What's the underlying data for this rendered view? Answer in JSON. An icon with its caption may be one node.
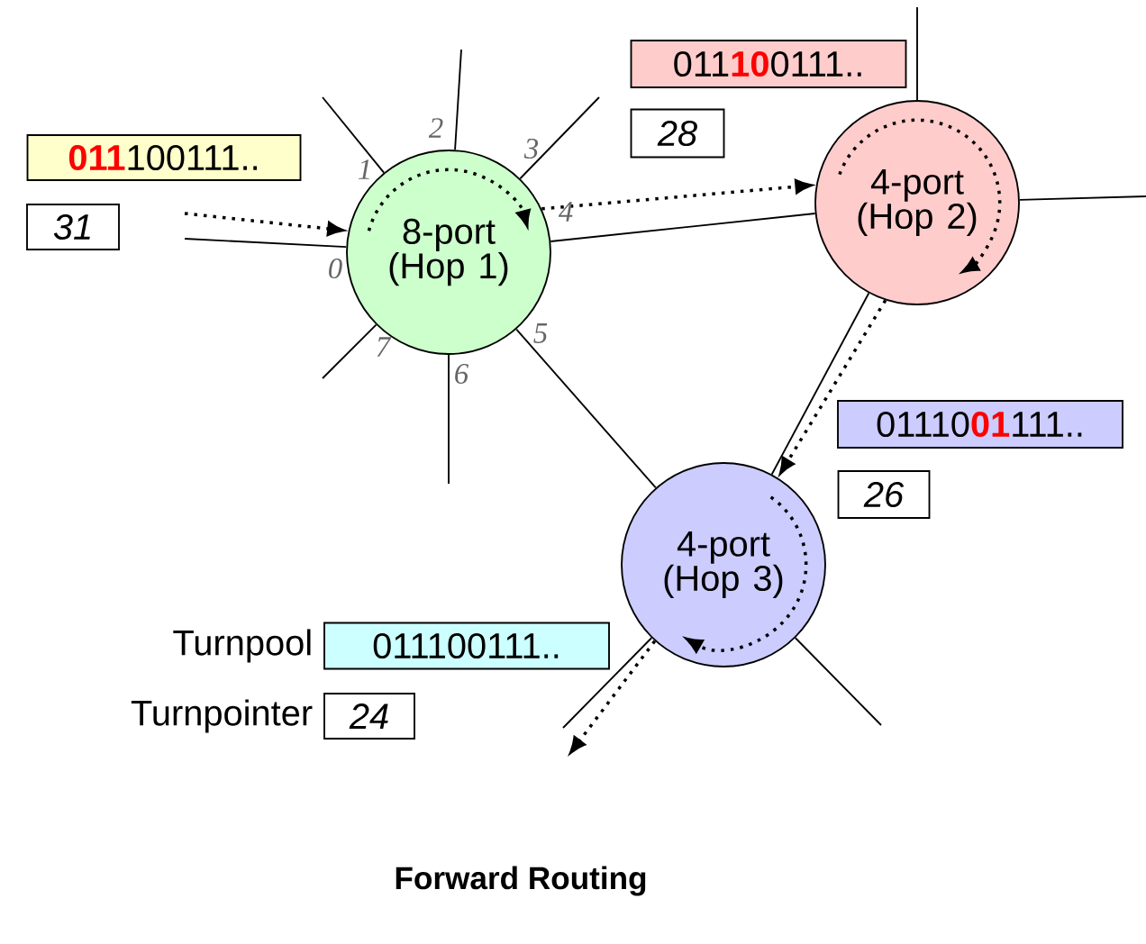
{
  "diagram": {
    "title": "Forward Routing",
    "nodes": [
      {
        "text": [
          "8-port (Hop 1)"
        ]
      },
      {
        "text": [
          "4-port (Hop 2)"
        ]
      },
      {
        "text": [
          "4-port (Hop 3)"
        ]
      },
      {
        "text": [
          "**011**100111.."
        ]
      },
      {
        "text": [
          "31"
        ]
      },
      {
        "text": [
          "011**10**0111.."
        ]
      },
      {
        "text": [
          "28"
        ]
      },
      {
        "text": [
          "01110**01**111.."
        ]
      },
      {
        "text": [
          "26"
        ]
      },
      {
        "text": [
          "011100111.."
        ],
        "beside": [
          "Turnpool"
        ]
      },
      {
        "text": [
          "24"
        ],
        "beside": [
          "Turnpointer"
        ]
      }
    ],
    "edges": [
      {
        "from": 0,
        "to": 1,
        "arrow": "none"
      },
      {
        "from": 0,
        "to": 2,
        "arrow": "none"
      },
      {
        "from": 1,
        "to": 2,
        "arrow": "none"
      },
      {
        "from": null,
        "to": 0,
        "arrow": "to",
        "style": "dashed"
      },
      {
        "from": 0,
        "to": 1,
        "arrow": "to",
        "style": "dashed"
      },
      {
        "from": 1,
        "to": 2,
        "arrow": "to",
        "style": "dashed"
      },
      {
        "from": 2,
        "to": null,
        "arrow": "to",
        "style": "dashed"
      },
      {
        "from": 0,
        "to": null,
        "arrow": "none"
      },
      {
        "from": 0,
        "to": null,
        "arrow": "none"
      },
      {
        "from": 0,
        "to": null,
        "arrow": "none"
      },
      {
        "from": 0,
        "to": null,
        "arrow": "none"
      },
      {
        "from": 0,
        "to": null,
        "arrow": "none"
      },
      {
        "from": 0,
        "to": null,
        "arrow": "none"
      },
      {
        "from": 1,
        "to": null,
        "arrow": "none"
      },
      {
        "from": 1,
        "to": null,
        "arrow": "none"
      },
      {
        "from": 2,
        "to": null,
        "arrow": "none"
      },
      {
        "from": 2,
        "to": null,
        "arrow": "none"
      }
    ],
    "labels": [
      "0",
      "1",
      "2",
      "3",
      "4",
      "5",
      "6",
      "7"
    ]
  }
}
